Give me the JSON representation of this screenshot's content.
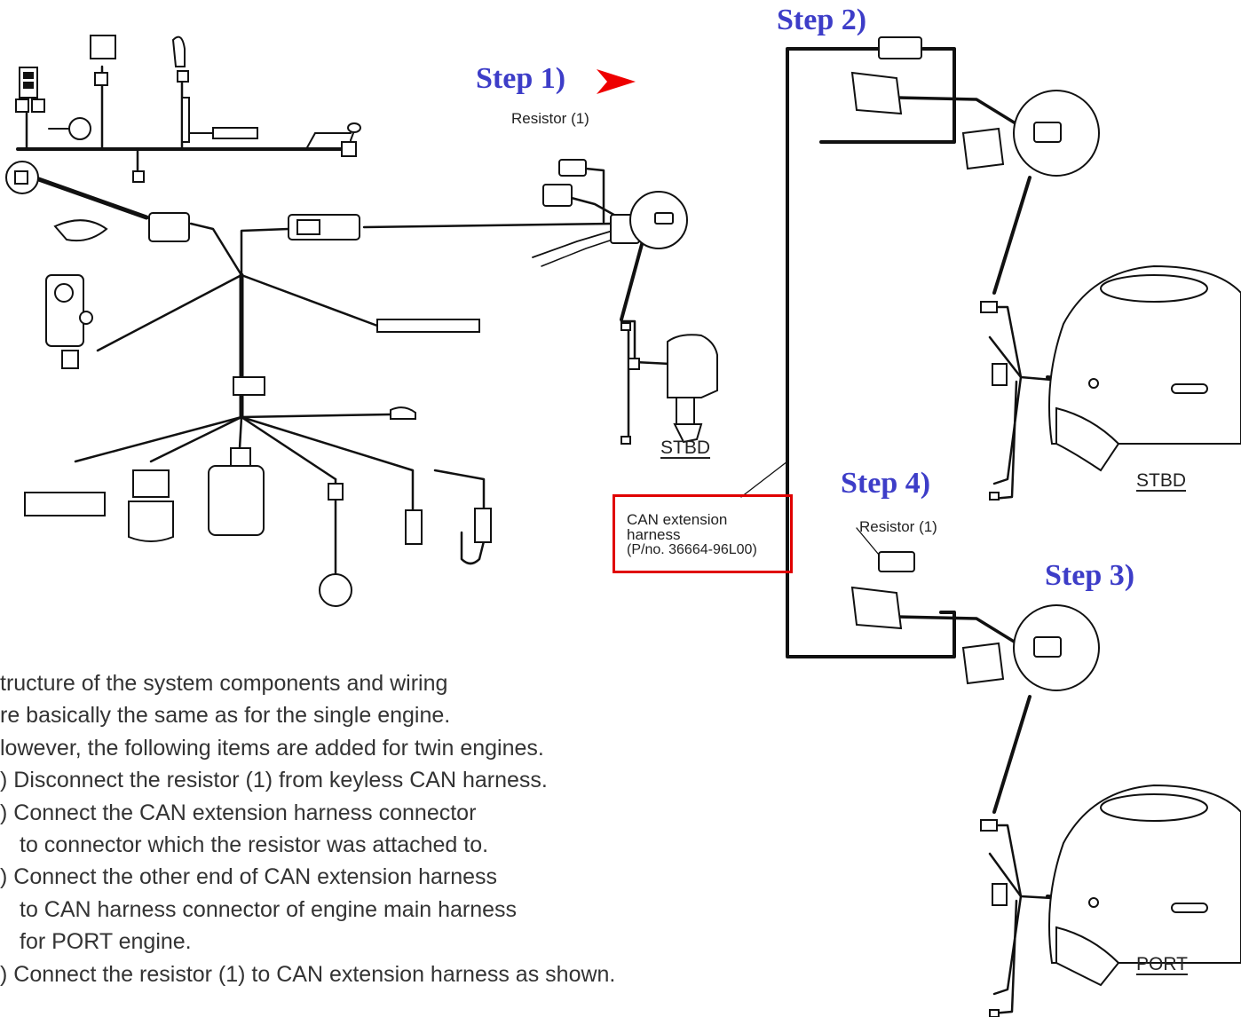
{
  "steps": {
    "step1": "Step 1)",
    "step2": "Step 2)",
    "step3": "Step 3)",
    "step4": "Step 4)"
  },
  "labels": {
    "resistor_top": "Resistor (1)",
    "resistor_lower": "Resistor (1)",
    "can_extension": [
      "CAN extension",
      "harness",
      "(P/no. 36664-96L00)"
    ],
    "engine_small": "STBD",
    "engine_stbd": "STBD",
    "engine_port": "PORT"
  },
  "description": [
    "tructure of the system components and wiring",
    "re basically the same as for the single engine.",
    "lowever, the following items are added for twin engines.",
    ") Disconnect the resistor (1) from keyless CAN harness.",
    ") Connect the CAN extension harness connector",
    "to connector which the resistor was attached to.",
    ") Connect the other end of CAN extension harness",
    "to CAN harness connector of engine main harness",
    "for PORT engine.",
    ") Connect the resistor (1) to CAN extension harness as shown."
  ],
  "colors": {
    "step_text": "#3d3dc8",
    "arrow": "#ee0000",
    "highlight_box": "#e00000",
    "wire": "#111111"
  }
}
